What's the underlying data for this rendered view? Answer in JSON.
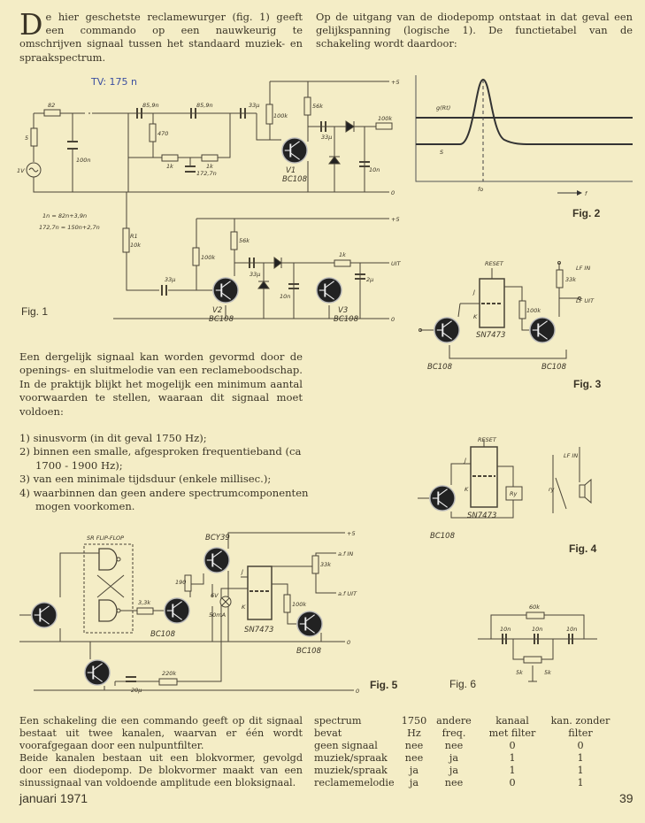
{
  "top_left": {
    "dropcap": "D",
    "text": "e hier geschetste reclamewurger (fig. 1) geeft een commando op een nauwkeurig te omschrijven signaal tussen het standaard muziek- en spraakspectrum."
  },
  "top_right": {
    "text": "Op de uitgang van de diodepomp ontstaat in dat geval een gelijkspanning (logische 1). De functietabel van de schakeling wordt daardoor:"
  },
  "middle": {
    "paragraph": "Een dergelijk signaal kan worden gevormd door de openings- en sluitmelodie van een reclameboodschap. In de praktijk blijkt het mogelijk een minimum aantal voorwaarden te stellen, waaraan dit signaal moet voldoen:",
    "list": [
      "1) sinusvorm (in dit geval 1750 Hz);",
      "2) binnen een smalle, afgesproken frequentieband (ca 1700 - 1900 Hz);",
      "3) van een minimale tijdsduur (enkele millisec.);",
      "4) waarbinnen dan geen andere spectrumcomponenten mogen voorkomen."
    ]
  },
  "bottom_left": {
    "p1": "Een schakeling die een commando geeft op dit signaal bestaat uit twee kanalen, waarvan er één wordt voorafgegaan door een nulpuntfilter.",
    "p2": "Beide kanalen bestaan uit een blokvormer, gevolgd door een diodepomp. De blokvormer maakt van een sinussignaal van voldoende amplitude een bloksignaal."
  },
  "function_table": {
    "headers": [
      [
        "spectrum",
        "bevat"
      ],
      [
        "1750",
        "Hz"
      ],
      [
        "andere",
        "freq."
      ],
      [
        "kanaal",
        "met filter"
      ],
      [
        "kan. zonder",
        "filter"
      ]
    ],
    "rows": [
      [
        "geen signaal",
        "nee",
        "nee",
        "0",
        "0"
      ],
      [
        "muziek/spraak",
        "nee",
        "ja",
        "1",
        "1"
      ],
      [
        "muziek/spraak",
        "ja",
        "ja",
        "1",
        "1"
      ],
      [
        "reclamemelodie",
        "ja",
        "nee",
        "0",
        "1"
      ]
    ]
  },
  "footer": {
    "date": "januari 1971",
    "page": "39"
  },
  "fig1": {
    "caption": "Fig. 1",
    "handwritten": "TV: 175 n",
    "r_82": "82",
    "r_5": "5",
    "src": "1V",
    "c_100n": "100n",
    "c1": "85,9n",
    "c2": "85,9n",
    "c3": "33µ",
    "r_470": "470",
    "r_1k_a": "1k",
    "r_1k_b": "1k",
    "c_172": "172,7n",
    "r_100k": "100k",
    "r_56k": "56k",
    "c_33u": "33µ",
    "r_100k_out": "100k",
    "c_10n": "10n",
    "v1": "V1",
    "v1_type": "BC108",
    "plus5": "+5",
    "zero": "0",
    "note1": "1n = 82n+3,9n",
    "note2": "172,7n = 150n+2,7n",
    "r1": "R1",
    "r1_val": "10k",
    "c_33u_b": "33µ",
    "r_100k_b": "100k",
    "r_56k_b": "56k",
    "c_33u_c": "33µ",
    "c_10n_b": "10n",
    "r_1k_c": "1k",
    "c_2u": "2µ",
    "uit": "UIT",
    "v2": "V2",
    "v2_type": "BC108",
    "v3": "V3",
    "v3_type": "BC108"
  },
  "fig2": {
    "caption": "Fig. 2",
    "g_label": "g(Rt)",
    "s_label": "S",
    "fo": "fo",
    "f": "f"
  },
  "fig3": {
    "caption": "Fig. 3",
    "reset": "RESET",
    "j": "J",
    "k": "K",
    "ic": "SN7473",
    "r_100k": "100k",
    "r_33k": "33k",
    "lf_in": "LF IN",
    "lf_uit": "LF UIT",
    "t1": "BC108",
    "t2": "BC108"
  },
  "fig4": {
    "caption": "Fig. 4",
    "reset": "RESET",
    "j": "J",
    "k": "K",
    "ic": "SN7473",
    "relay": "Ry",
    "contact": "ry",
    "lf_in": "LF IN",
    "t1": "BC108"
  },
  "fig5": {
    "caption": "Fig. 5",
    "flipflop": "SR FLIP-FLOP",
    "bcy39": "BCY39",
    "r_190": "190",
    "r_3k3": "3,3k",
    "bc108_a": "BC108",
    "lamp_v": "6V",
    "lamp_i": "50mA",
    "ic": "SN7473",
    "j": "J",
    "k": "K",
    "r_100k": "100k",
    "r_33k": "33k",
    "af_in": "a.f IN",
    "af_uit": "a.f UIT",
    "bc108_b": "BC108",
    "r_220k": "220k",
    "c_20u": "20µ",
    "plus5": "+5",
    "zero_a": "0",
    "zero_b": "0"
  },
  "fig6": {
    "caption": "Fig. 6",
    "r_60k": "60k",
    "c1": "10n",
    "c2": "10n",
    "c3": "10n",
    "p1": "5k",
    "p2": "5k"
  }
}
